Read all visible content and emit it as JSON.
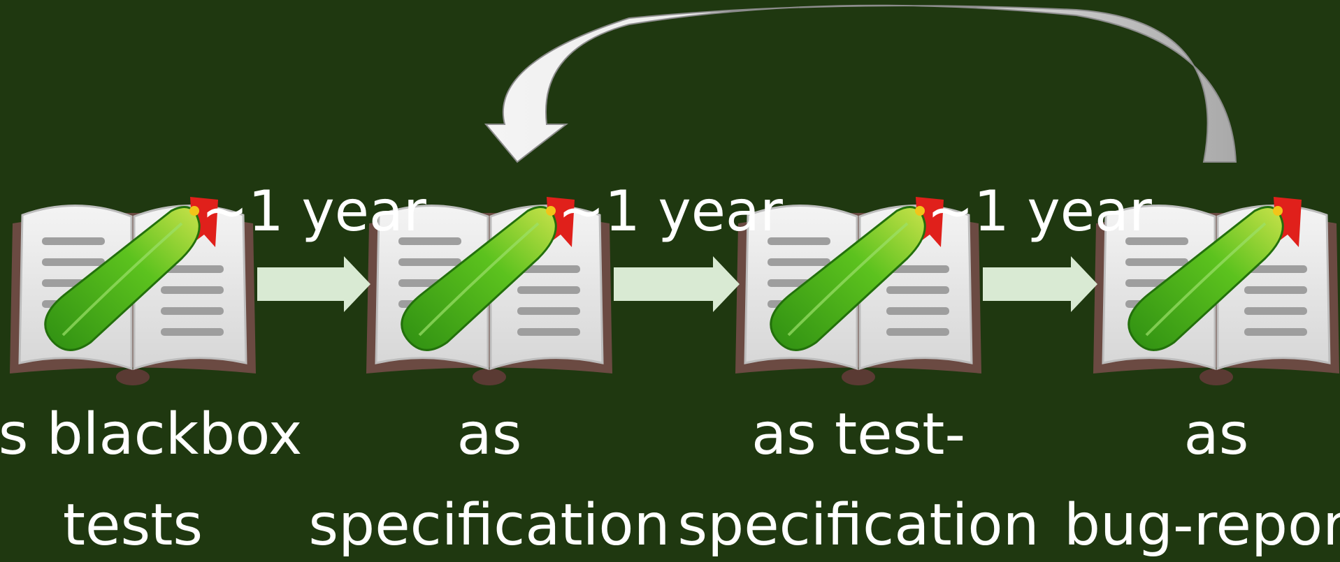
{
  "colors": {
    "background": "#1f3810",
    "arrow_fill": "#d9ead3",
    "loop_arrow_fill": "#e2e2e2",
    "text": "#ffffff",
    "book_cover": "#6b4a42",
    "book_page": "#ededed",
    "cucumber": "#3aa314",
    "bookmark": "#e0201b"
  },
  "stages": [
    {
      "icon": "cucumber-book-icon",
      "label_lines": [
        "as blackbox",
        "tests"
      ]
    },
    {
      "icon": "cucumber-book-icon",
      "label_lines": [
        "as",
        "specification"
      ]
    },
    {
      "icon": "cucumber-book-icon",
      "label_lines": [
        "as test-",
        "specification"
      ]
    },
    {
      "icon": "cucumber-book-icon",
      "label_lines": [
        "as",
        "bug-report"
      ]
    }
  ],
  "transitions": [
    {
      "label": "~1 year"
    },
    {
      "label": "~1 year"
    },
    {
      "label": "~1 year"
    }
  ],
  "loop": {
    "from_stage": 4,
    "to_stage": 2,
    "icon": "curved-return-arrow-icon"
  }
}
